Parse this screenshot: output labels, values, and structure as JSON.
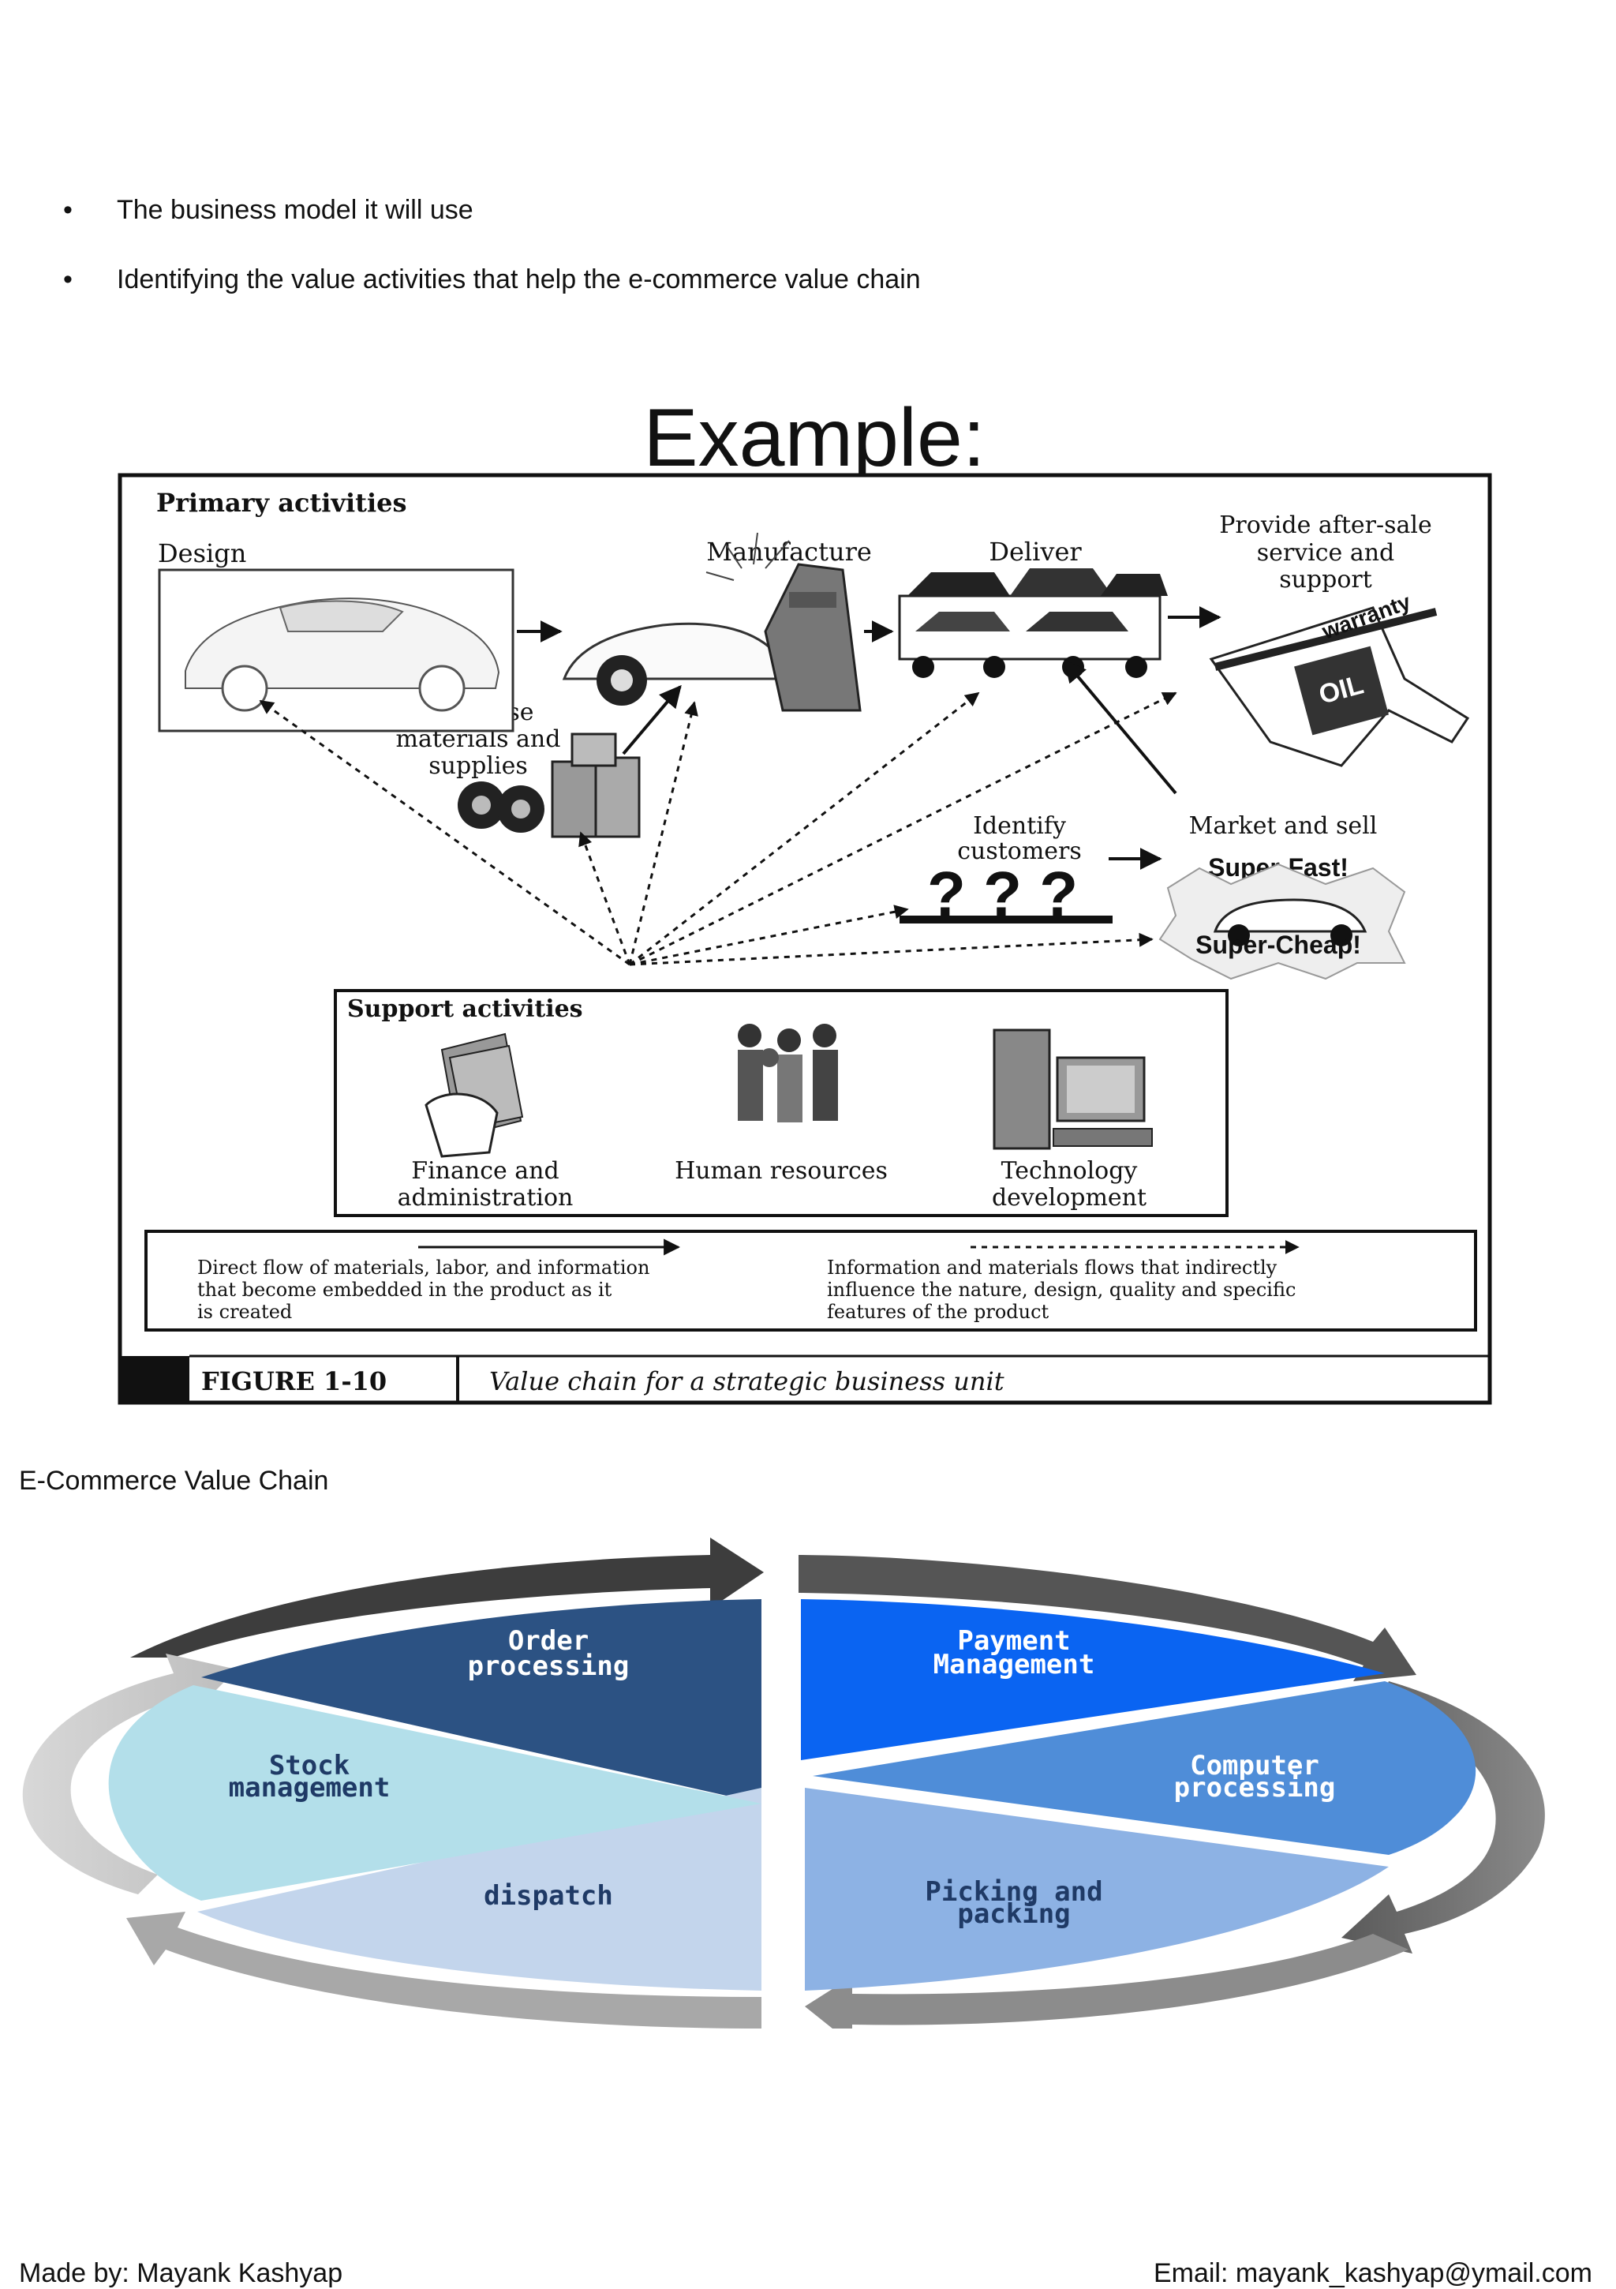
{
  "bullets": [
    "The business model it will use",
    "Identifying the value activities that help the e-commerce value chain"
  ],
  "figure1": {
    "title": "Example:",
    "primary_heading": "Primary activities",
    "design": "Design",
    "manufacture": "Manufacture",
    "deliver": "Deliver",
    "after_sale": [
      "Provide after-sale",
      "service and",
      "support"
    ],
    "purchase": [
      "Purchase",
      "materials and",
      "supplies"
    ],
    "identify": [
      "Identify",
      "customers"
    ],
    "market": "Market and sell",
    "super_fast": "Super-Fast!",
    "super_cheap": "Super-Cheap!",
    "warranty": "warranty",
    "oil": "OIL",
    "support_heading": "Support activities",
    "finance": [
      "Finance and",
      "administration"
    ],
    "hr": "Human resources",
    "tech": [
      "Technology",
      "development"
    ],
    "legend_direct": [
      "Direct flow of materials,  labor, and information",
      "that become embedded in the  product as it",
      "is created"
    ],
    "legend_indirect": [
      "Information and materials flows that indirectly",
      "influence the nature,  design, quality and specific",
      "features of the product"
    ],
    "fig_label": "FIGURE 1-10",
    "fig_caption": "Value chain for a strategic business unit",
    "colors": {
      "ink": "#111111"
    }
  },
  "caption": "E-Commerce Value Chain",
  "figure2": {
    "segments": [
      {
        "lines": [
          "Order",
          "processing"
        ],
        "color": "#2c5283"
      },
      {
        "lines": [
          "Payment",
          "Management"
        ],
        "color": "#0a64f2"
      },
      {
        "lines": [
          "Computer",
          "processing"
        ],
        "color": "#4f8dd8"
      },
      {
        "lines": [
          "Picking and",
          "packing"
        ],
        "color": "#8db2e4"
      },
      {
        "lines": [
          "dispatch"
        ],
        "color": "#c3d5ec"
      },
      {
        "lines": [
          "Stock",
          "management"
        ],
        "color": "#b3dfea"
      }
    ]
  },
  "footer": {
    "left": "Made by: Mayank Kashyap",
    "right": "Email: mayank_kashyap@ymail.com"
  }
}
